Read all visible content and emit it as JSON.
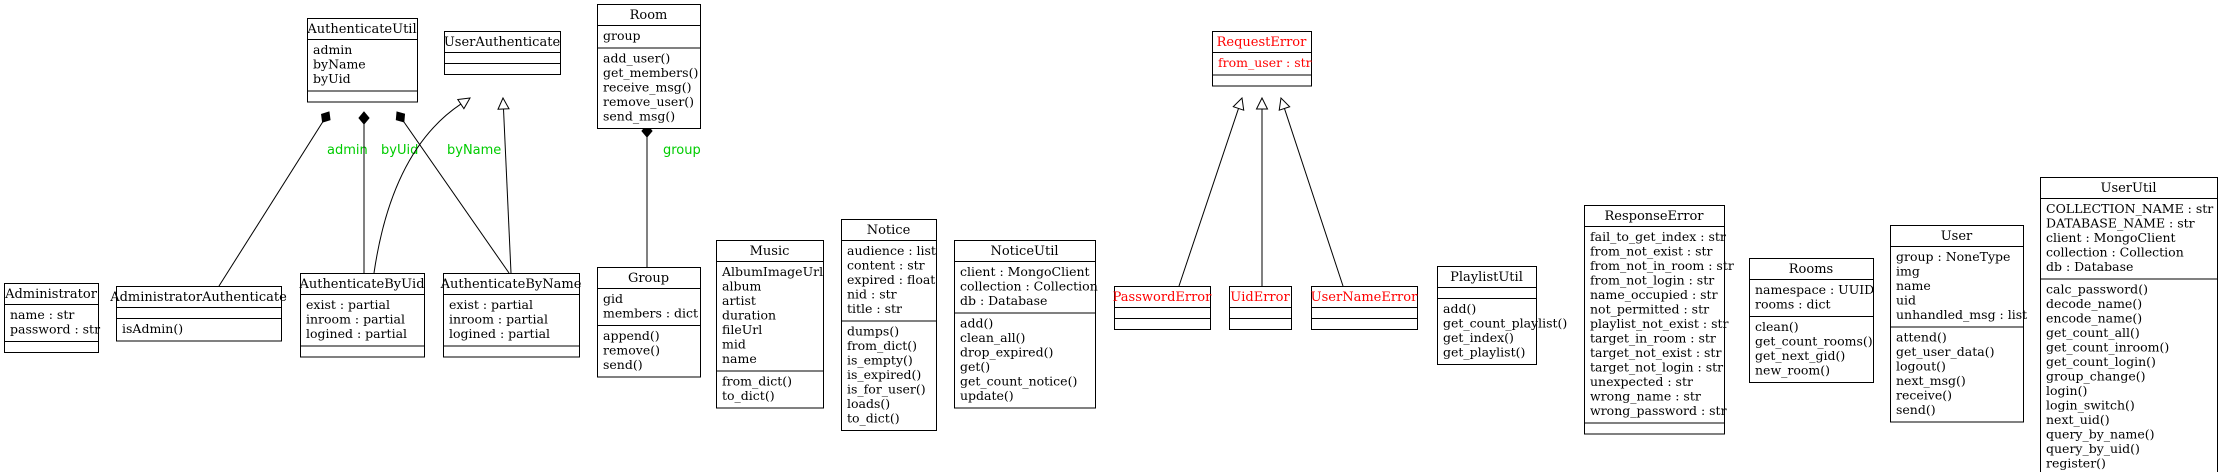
{
  "colors": {
    "line": "#000000",
    "error_text": "#ff0000",
    "edge_label": "#00cc00",
    "background": "#ffffff"
  },
  "classes": [
    {
      "id": "AuthenticateUtil",
      "name": "AuthenticateUtil",
      "attributes": [
        "admin",
        "byName",
        "byUid"
      ],
      "methods": []
    },
    {
      "id": "UserAuthenticate",
      "name": "UserAuthenticate",
      "attributes": [],
      "methods": []
    },
    {
      "id": "Room",
      "name": "Room",
      "attributes": [
        "group"
      ],
      "methods": [
        "add_user()",
        "get_members()",
        "receive_msg()",
        "remove_user()",
        "send_msg()"
      ]
    },
    {
      "id": "RequestError",
      "name": "RequestError",
      "error": true,
      "attributes": [
        "from_user : str"
      ],
      "methods": []
    },
    {
      "id": "Administrator",
      "name": "Administrator",
      "attributes": [
        "name : str",
        "password : str"
      ],
      "methods": []
    },
    {
      "id": "AdministratorAuthenticate",
      "name": "AdministratorAuthenticate",
      "attributes": [],
      "methods": [
        "isAdmin()"
      ]
    },
    {
      "id": "AuthenticateByUid",
      "name": "AuthenticateByUid",
      "attributes": [
        "exist : partial",
        "inroom : partial",
        "logined : partial"
      ],
      "methods": []
    },
    {
      "id": "AuthenticateByName",
      "name": "AuthenticateByName",
      "attributes": [
        "exist : partial",
        "inroom : partial",
        "logined : partial"
      ],
      "methods": []
    },
    {
      "id": "Group",
      "name": "Group",
      "attributes": [
        "gid",
        "members : dict"
      ],
      "methods": [
        "append()",
        "remove()",
        "send()"
      ]
    },
    {
      "id": "Music",
      "name": "Music",
      "attributes": [
        "AlbumImageUrl",
        "album",
        "artist",
        "duration",
        "fileUrl",
        "mid",
        "name"
      ],
      "methods": [
        "from_dict()",
        "to_dict()"
      ]
    },
    {
      "id": "Notice",
      "name": "Notice",
      "attributes": [
        "audience : list",
        "content : str",
        "expired : float",
        "nid : str",
        "title : str"
      ],
      "methods": [
        "dumps()",
        "from_dict()",
        "is_empty()",
        "is_expired()",
        "is_for_user()",
        "loads()",
        "to_dict()"
      ]
    },
    {
      "id": "NoticeUtil",
      "name": "NoticeUtil",
      "attributes": [
        "client : MongoClient",
        "collection : Collection",
        "db : Database"
      ],
      "methods": [
        "add()",
        "clean_all()",
        "drop_expired()",
        "get()",
        "get_count_notice()",
        "update()"
      ]
    },
    {
      "id": "PasswordError",
      "name": "PasswordError",
      "error": true,
      "attributes": [],
      "methods": []
    },
    {
      "id": "UidError",
      "name": "UidError",
      "error": true,
      "attributes": [],
      "methods": []
    },
    {
      "id": "UserNameError",
      "name": "UserNameError",
      "error": true,
      "attributes": [],
      "methods": []
    },
    {
      "id": "PlaylistUtil",
      "name": "PlaylistUtil",
      "attributes": [],
      "methods": [
        "add()",
        "get_count_playlist()",
        "get_index()",
        "get_playlist()"
      ]
    },
    {
      "id": "ResponseError",
      "name": "ResponseError",
      "attributes": [
        "fail_to_get_index : str",
        "from_not_exist : str",
        "from_not_in_room : str",
        "from_not_login : str",
        "name_occupied : str",
        "not_permitted : str",
        "playlist_not_exist : str",
        "target_in_room : str",
        "target_not_exist : str",
        "target_not_login : str",
        "unexpected : str",
        "wrong_name : str",
        "wrong_password : str"
      ],
      "methods": []
    },
    {
      "id": "Rooms",
      "name": "Rooms",
      "attributes": [
        "namespace : UUID",
        "rooms : dict"
      ],
      "methods": [
        "clean()",
        "get_count_rooms()",
        "get_next_gid()",
        "new_room()"
      ]
    },
    {
      "id": "User",
      "name": "User",
      "attributes": [
        "group : NoneType",
        "img",
        "name",
        "uid",
        "unhandled_msg : list"
      ],
      "methods": [
        "attend()",
        "get_user_data()",
        "logout()",
        "next_msg()",
        "receive()",
        "send()"
      ]
    },
    {
      "id": "UserUtil",
      "name": "UserUtil",
      "attributes": [
        "COLLECTION_NAME : str",
        "DATABASE_NAME : str",
        "client : MongoClient",
        "collection : Collection",
        "db : Database"
      ],
      "methods": [
        "calc_password()",
        "decode_name()",
        "encode_name()",
        "get_count_all()",
        "get_count_inroom()",
        "get_count_login()",
        "group_change()",
        "login()",
        "login_switch()",
        "next_uid()",
        "query_by_name()",
        "query_by_uid()",
        "register()"
      ]
    }
  ],
  "relations": [
    {
      "type": "composition",
      "from": "AdministratorAuthenticate",
      "to": "AuthenticateUtil",
      "label": "admin"
    },
    {
      "type": "composition",
      "from": "AuthenticateByUid",
      "to": "AuthenticateUtil",
      "label": "byUid"
    },
    {
      "type": "composition",
      "from": "AuthenticateByName",
      "to": "AuthenticateUtil",
      "label": "byName"
    },
    {
      "type": "inheritance",
      "from": "AuthenticateByUid",
      "to": "UserAuthenticate",
      "label": ""
    },
    {
      "type": "inheritance",
      "from": "AuthenticateByName",
      "to": "UserAuthenticate",
      "label": ""
    },
    {
      "type": "composition",
      "from": "Group",
      "to": "Room",
      "label": "group"
    },
    {
      "type": "inheritance",
      "from": "PasswordError",
      "to": "RequestError",
      "label": ""
    },
    {
      "type": "inheritance",
      "from": "UidError",
      "to": "RequestError",
      "label": ""
    },
    {
      "type": "inheritance",
      "from": "UserNameError",
      "to": "RequestError",
      "label": ""
    }
  ]
}
